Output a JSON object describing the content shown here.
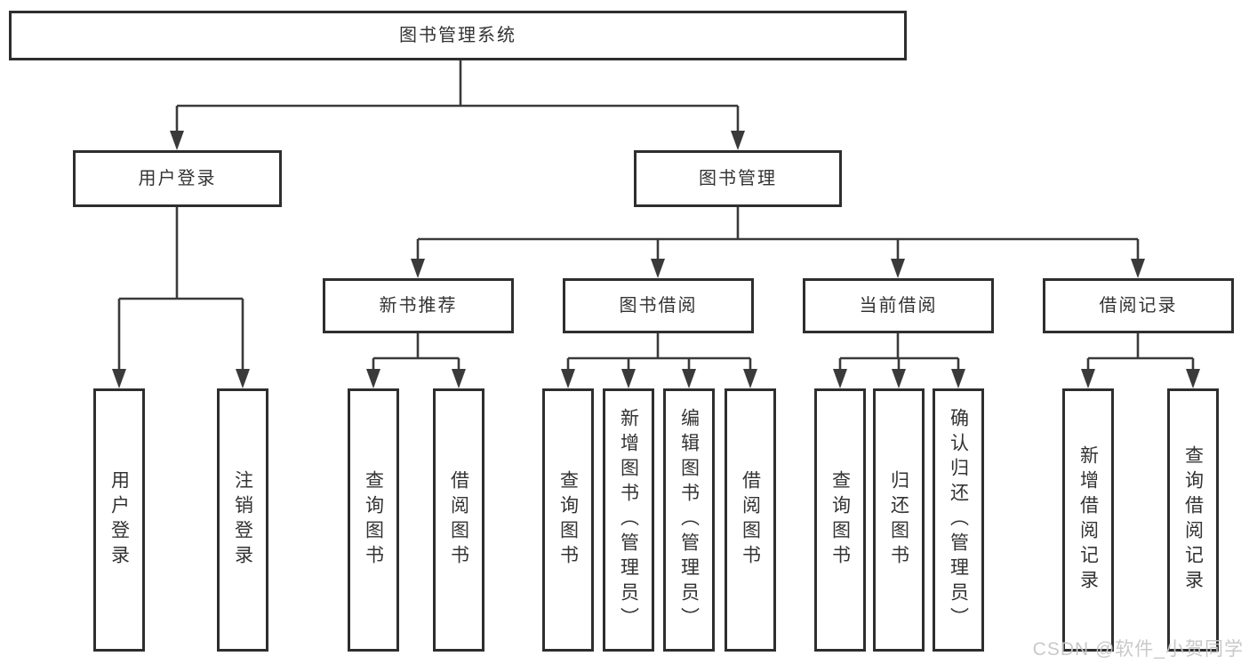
{
  "diagram": {
    "title_node": {
      "label": "图书管理系统"
    },
    "level2": [
      {
        "label": "用户登录"
      },
      {
        "label": "图书管理"
      }
    ],
    "level3": [
      {
        "label": "新书推荐"
      },
      {
        "label": "图书借阅"
      },
      {
        "label": "当前借阅"
      },
      {
        "label": "借阅记录"
      }
    ],
    "leaves": {
      "user": [
        "用户登录",
        "注销登录"
      ],
      "recommend": [
        "查询图书",
        "借阅图书"
      ],
      "borrow": [
        "查询图书",
        "新增图书（管理员）",
        "编辑图书（管理员）",
        "借阅图书"
      ],
      "current": [
        "查询图书",
        "归还图书",
        "确认归还（管理员）"
      ],
      "records": [
        "新增借阅记录",
        "查询借阅记录"
      ]
    }
  },
  "watermark": {
    "text": "CSDN @软件_小贺同学"
  },
  "colors": {
    "line": "#3a3a3a",
    "box_border": "#2e2e2e",
    "text": "#333333",
    "watermark": "#c6c6c6",
    "background": "#ffffff"
  }
}
